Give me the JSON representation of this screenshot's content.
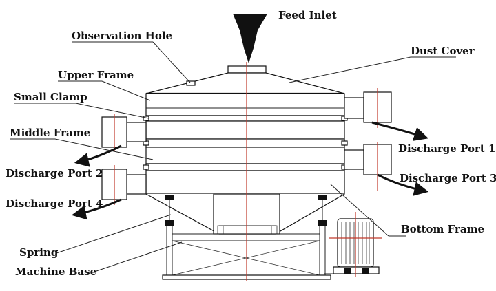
{
  "labels": {
    "feed_inlet": "Feed Inlet",
    "observation_hole": "Observation Hole",
    "dust_cover": "Dust Cover",
    "upper_frame": "Upper Frame",
    "small_clamp": "Small Clamp",
    "middle_frame": "Middle Frame",
    "discharge_port_1": "Discharge Port 1",
    "discharge_port_2": "Discharge Port 2",
    "discharge_port_3": "Discharge Port 3",
    "discharge_port_4": "Discharge Port 4",
    "bottom_frame": "Bottom Frame",
    "spring": "Spring",
    "machine_base": "Machine Base"
  },
  "colors": {
    "centerline": "#c0392b",
    "ink": "#111111"
  }
}
